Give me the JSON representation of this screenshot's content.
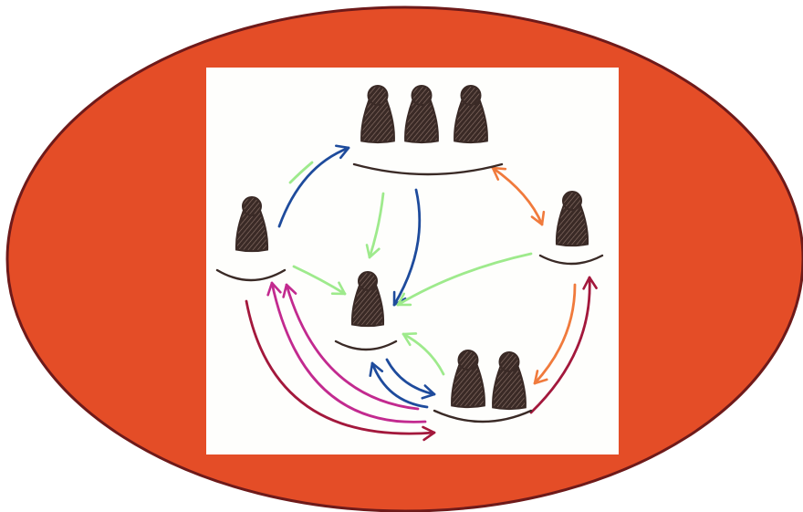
{
  "colors": {
    "background": "#ffffff",
    "ellipse_fill": "#e44d27",
    "ellipse_stroke": "#6e1a1a",
    "panel_fill": "#fefefc",
    "figure_fill": "#3a2a26",
    "figure_hatch": "#8f766c",
    "base_stroke": "#3a2a26",
    "arrow_blue": "#1e4b9c",
    "arrow_green": "#9eea8c",
    "arrow_orange": "#f07a3c",
    "arrow_crimson": "#a3183c",
    "arrow_magenta": "#c22a8f"
  },
  "diagram": {
    "groups": [
      {
        "id": "top-group",
        "members": 3
      },
      {
        "id": "left-group",
        "members": 1
      },
      {
        "id": "center-group",
        "members": 1
      },
      {
        "id": "right-group",
        "members": 1
      },
      {
        "id": "bottom-group",
        "members": 2
      }
    ],
    "arrows": [
      {
        "id": "left-to-top",
        "color": "arrow_blue",
        "heads": "end"
      },
      {
        "id": "top-to-center",
        "color": "arrow_blue",
        "heads": "end"
      },
      {
        "id": "top-to-center-green",
        "color": "arrow_green",
        "heads": "end"
      },
      {
        "id": "left-to-top-green",
        "color": "arrow_green",
        "heads": "none"
      },
      {
        "id": "left-to-center",
        "color": "arrow_green",
        "heads": "end"
      },
      {
        "id": "right-to-center",
        "color": "arrow_green",
        "heads": "end"
      },
      {
        "id": "bottom-to-center-green",
        "color": "arrow_green",
        "heads": "end"
      },
      {
        "id": "top-right-exchange",
        "color": "arrow_orange",
        "heads": "both"
      },
      {
        "id": "right-to-bottom-orange",
        "color": "arrow_orange",
        "heads": "end"
      },
      {
        "id": "bottom-to-right-crimson",
        "color": "arrow_crimson",
        "heads": "end"
      },
      {
        "id": "center-bottom-exchange-a",
        "color": "arrow_blue",
        "heads": "end"
      },
      {
        "id": "center-bottom-exchange-b",
        "color": "arrow_blue",
        "heads": "end"
      },
      {
        "id": "bottom-to-left-magenta-outer",
        "color": "arrow_magenta",
        "heads": "end"
      },
      {
        "id": "bottom-to-left-magenta-inner",
        "color": "arrow_magenta",
        "heads": "end"
      },
      {
        "id": "left-to-bottom-crimson",
        "color": "arrow_crimson",
        "heads": "end"
      }
    ]
  }
}
